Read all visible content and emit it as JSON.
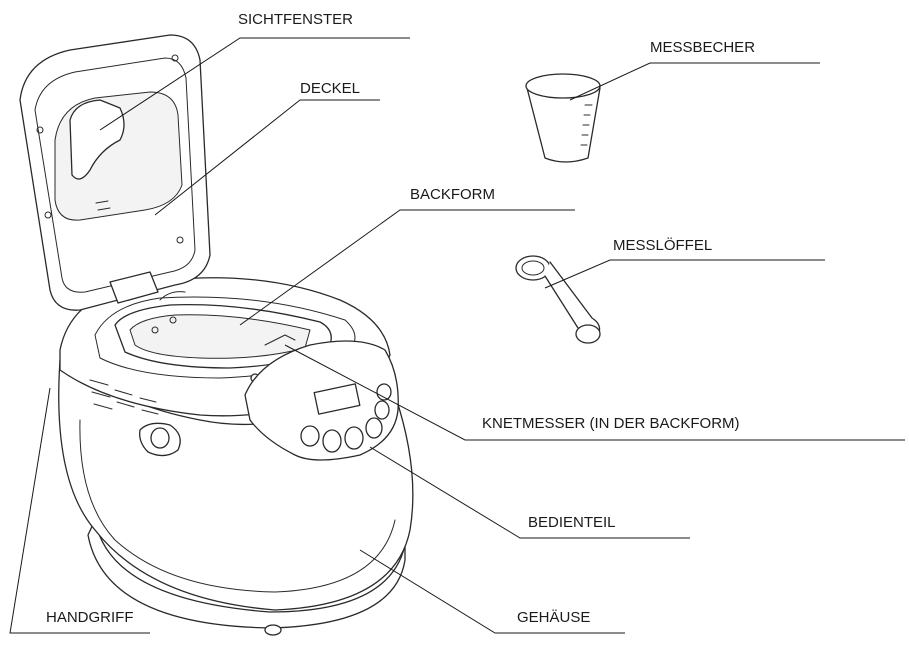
{
  "labels": {
    "sichtfenster": "SICHTFENSTER",
    "deckel": "DECKEL",
    "messbecher": "MESSBECHER",
    "backform": "BACKFORM",
    "messloeffel": "MESSLÖFFEL",
    "knetmesser": "KNETMESSER (IN DER BACKFORM)",
    "bedienteil": "BEDIENTEIL",
    "handgriff": "HANDGRIFF",
    "gehaeuse": "GEHÄUSE"
  }
}
